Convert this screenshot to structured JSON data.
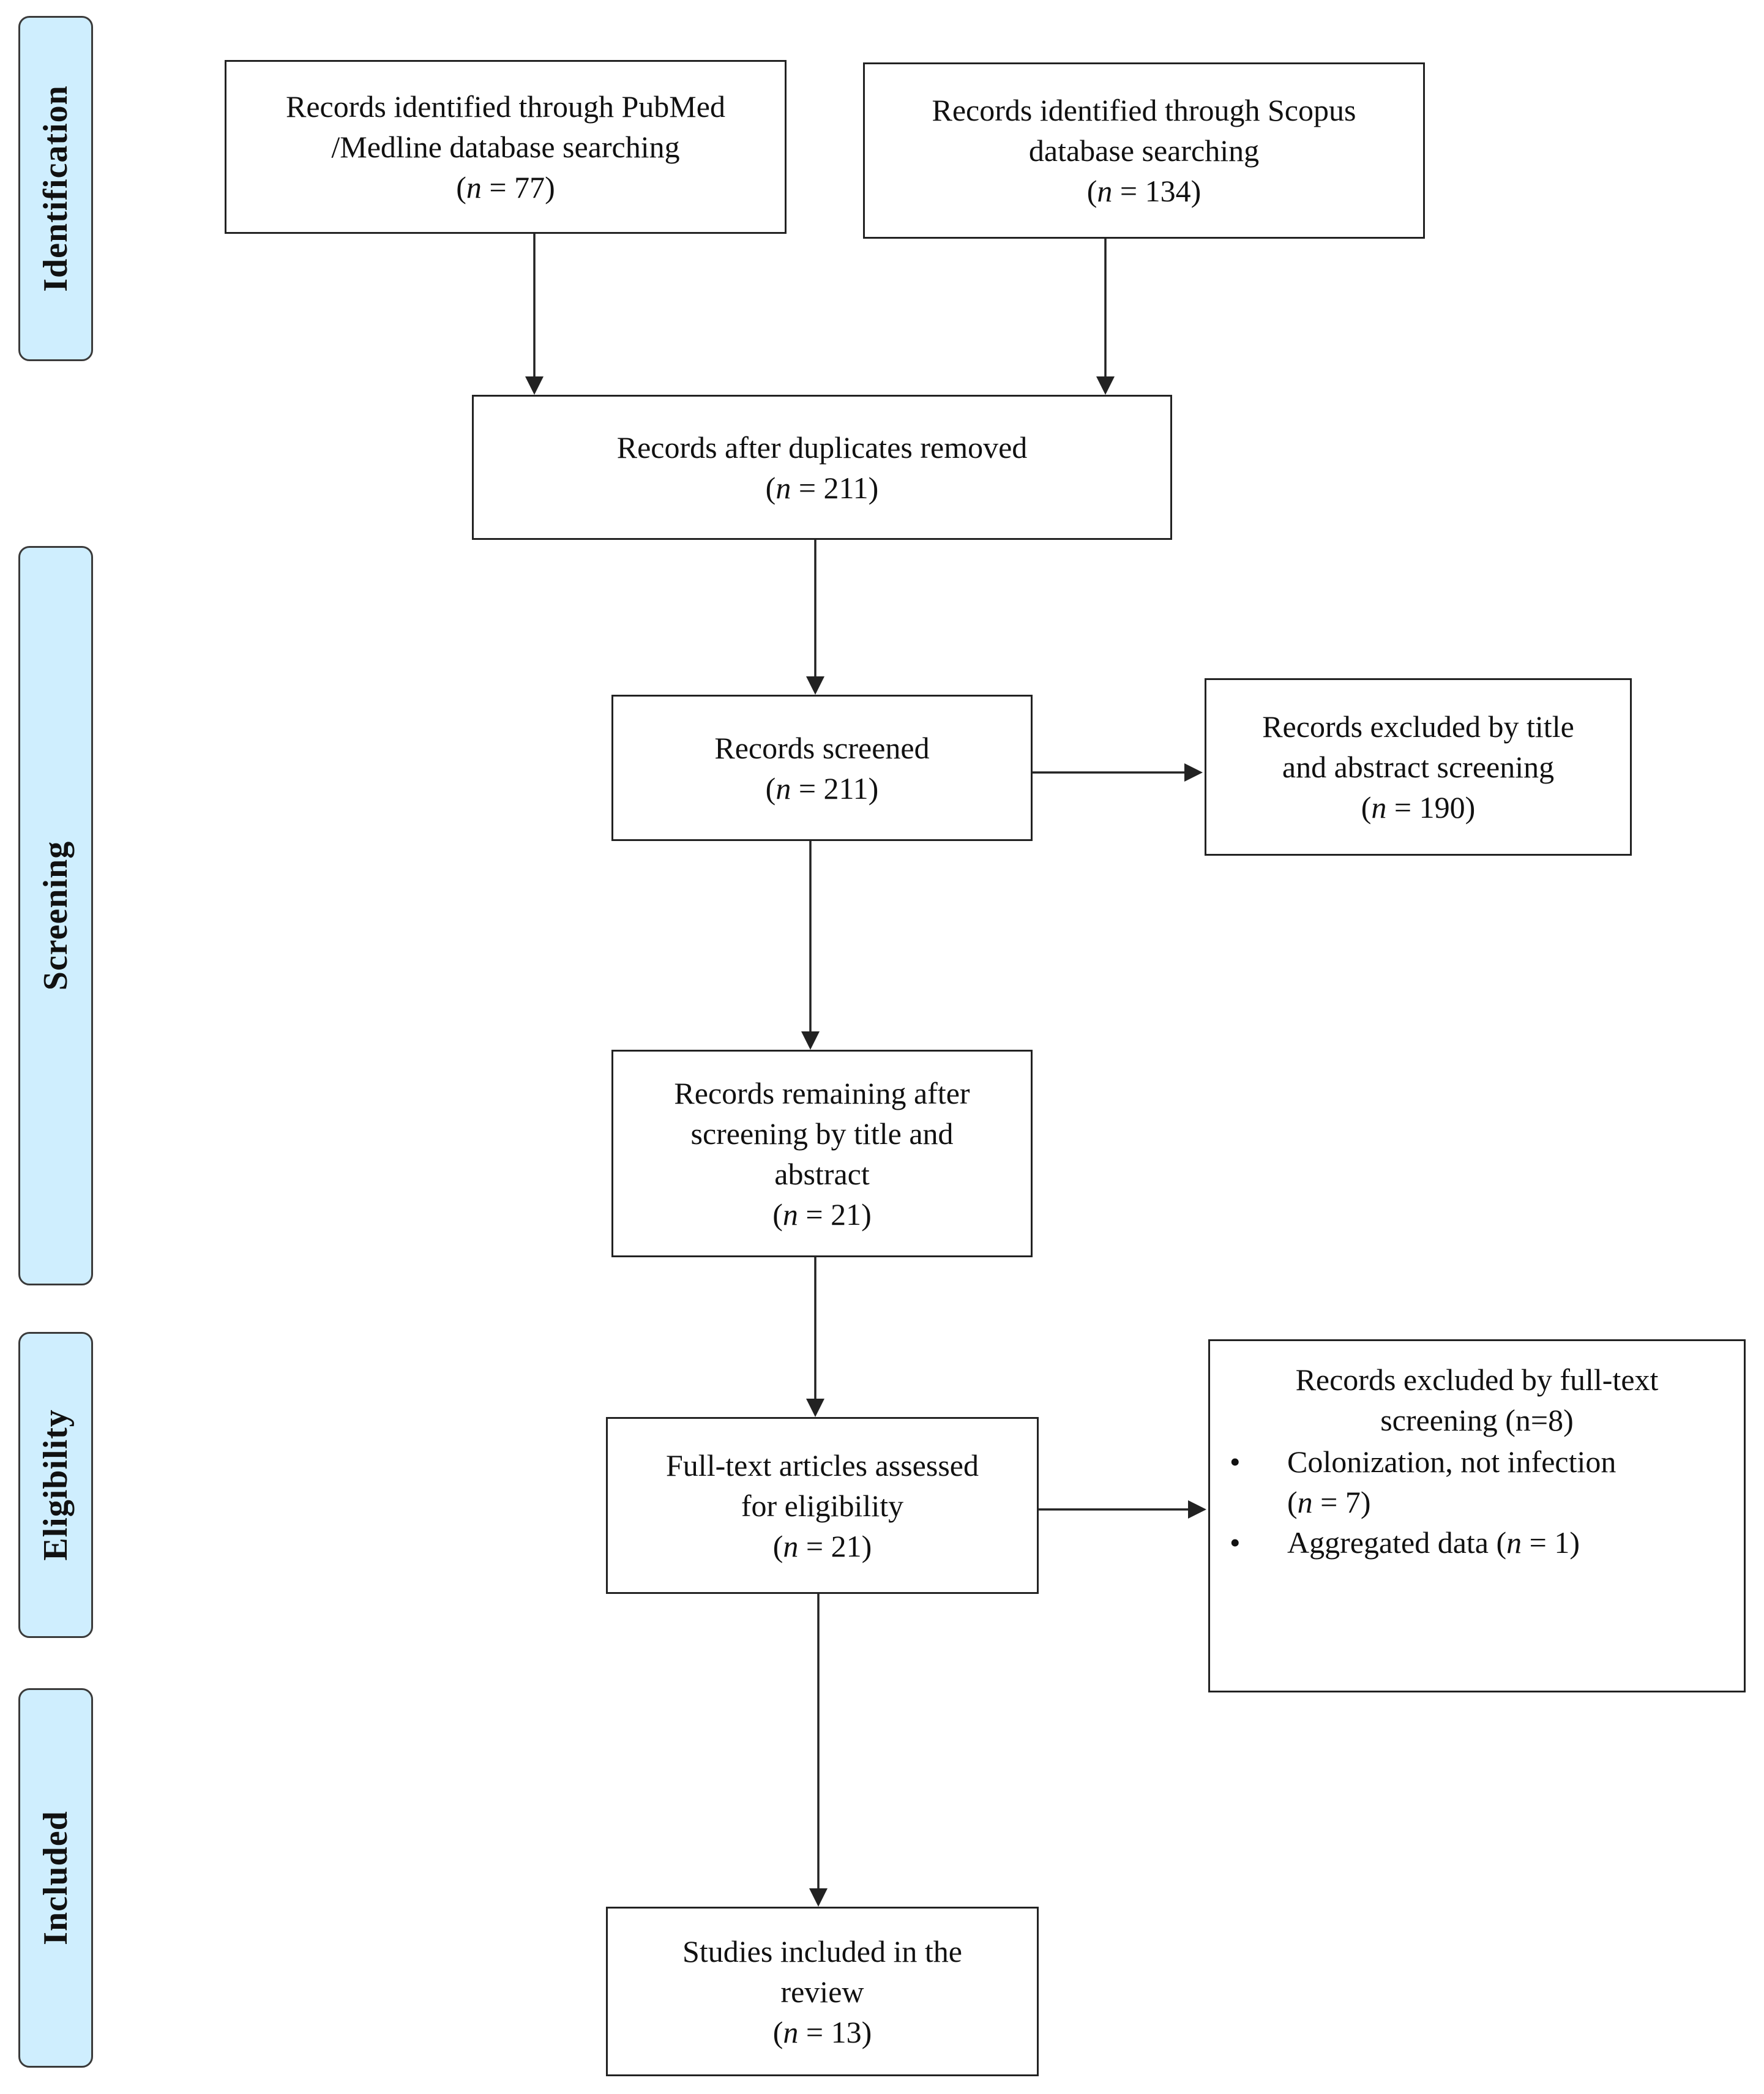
{
  "stages": {
    "identification": "Identification",
    "screening": "Screening",
    "eligibility": "Eligibility",
    "included": "Included"
  },
  "boxes": {
    "pubmed": {
      "lines": [
        "Records identified through PubMed",
        "/Medline database searching"
      ],
      "n": "77"
    },
    "scopus": {
      "lines": [
        "Records identified through Scopus",
        "database searching"
      ],
      "n": "134"
    },
    "duplicates": {
      "lines": [
        "Records after duplicates removed"
      ],
      "n": "211"
    },
    "screened": {
      "lines": [
        "Records screened"
      ],
      "n": "211"
    },
    "excluded_title": {
      "lines": [
        "Records excluded by title",
        "and abstract screening"
      ],
      "n": "190"
    },
    "remaining": {
      "lines": [
        "Records remaining after",
        "screening by title and",
        "abstract"
      ],
      "n": "21"
    },
    "fulltext": {
      "lines": [
        "Full-text articles assessed",
        "for eligibility"
      ],
      "n": "21"
    },
    "excluded_fulltext": {
      "lines": [
        "Records excluded by full-text",
        "screening (n=8)"
      ],
      "items": [
        {
          "label": "Colonization, not infection",
          "n": "7"
        },
        {
          "label": "Aggregated data",
          "n": "1"
        }
      ]
    },
    "included": {
      "lines": [
        "Studies included in the",
        "review"
      ],
      "n": "13"
    }
  }
}
